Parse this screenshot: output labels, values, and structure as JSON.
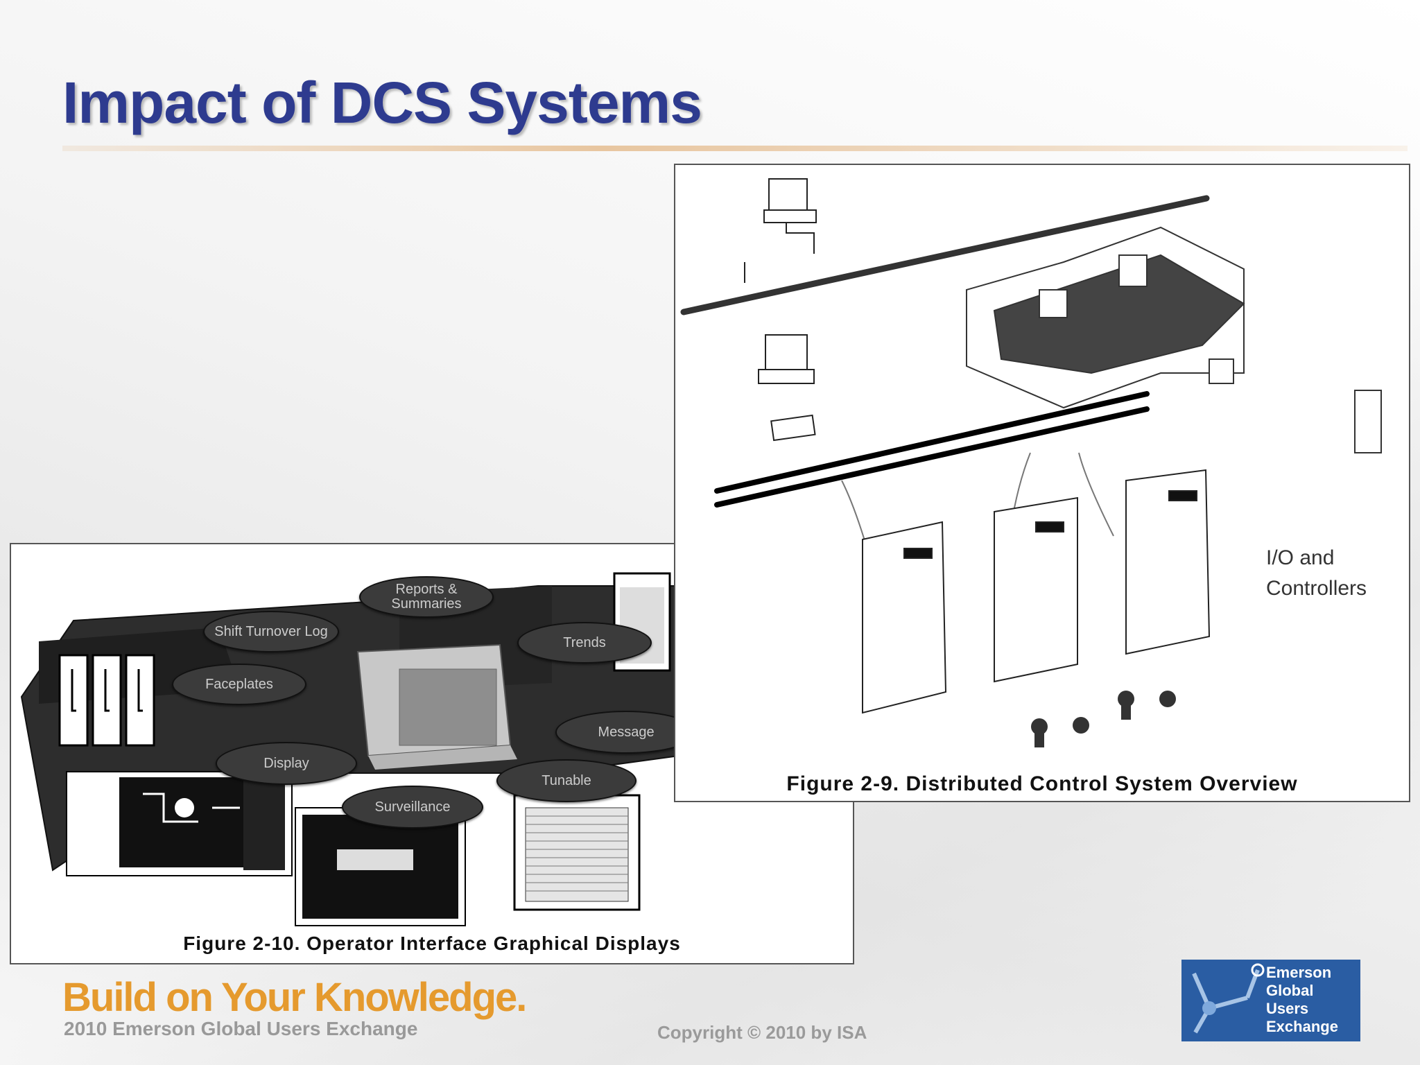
{
  "slide": {
    "title": "Impact of DCS Systems"
  },
  "figure_operator_interface": {
    "caption": "Figure 2-10. Operator Interface Graphical Displays",
    "labels": {
      "reports": "Reports & Summaries",
      "shift_log": "Shift Turnover Log",
      "trends": "Trends",
      "faceplates": "Faceplates",
      "message": "Message",
      "display": "Display",
      "tunable": "Tunable",
      "surveillance": "Surveillance"
    }
  },
  "figure_dcs_overview": {
    "caption": "Figure 2-9. Distributed Control System Overview",
    "io_label_line1": "I/O and",
    "io_label_line2": "Controllers"
  },
  "footer": {
    "tagline": "Build on Your Knowledge.",
    "tagline_sub": "2010 Emerson Global Users Exchange",
    "copyright": "Copyright © 2010 by ISA",
    "logo_line1": "Emerson",
    "logo_line2": "Global",
    "logo_line3": "Users",
    "logo_line4": "Exchange"
  },
  "colors": {
    "title": "#2e3b8f",
    "tagline": "#e59a2e",
    "logo_bg": "#2a5da3"
  }
}
